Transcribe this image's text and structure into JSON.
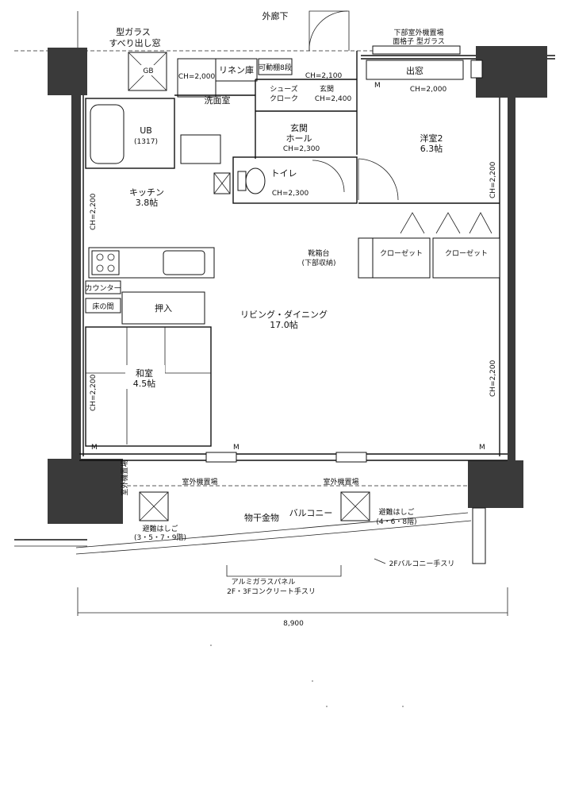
{
  "labels": {
    "outer_corridor": "外廊下",
    "frosted_glass": "型ガラス",
    "slide_window": "すべり出し窓",
    "gb_box": "GB",
    "bath_ch": "CH=2,000",
    "linen": "リネン庫",
    "movable_shelf": "可動棚8段",
    "ch_2100": "CH=2,100",
    "lower_louver": "下部室外機置場",
    "lattice_glass": "面格子 型ガラス",
    "bay_window": "出窓",
    "bay_ch": "CH=2,000",
    "washroom": "洗面室",
    "shoes_cloak": "シューズ",
    "shoes_cloak_2": "クローク",
    "entrance": "玄関",
    "entrance_ch": "CH=2,400",
    "unit_bath": "UB",
    "unit_bath_size": "(1317)",
    "hall": "玄関",
    "hall_2": "ホール",
    "hall_ch": "CH=2,300",
    "western_room": "洋室2",
    "western_area": "6.3帖",
    "ch_2200_right": "CH=2,200",
    "toilet": "トイレ",
    "toilet_ch": "CH=2,300",
    "kitchen": "キッチン",
    "kitchen_area": "3.8帖",
    "ch_2200_left": "CH=2,200",
    "shoe_cabinet": "靴箱台",
    "shoe_cabinet_note": "(下部収納)",
    "closet_a": "クローゼット",
    "closet_b": "クローゼット",
    "counter": "カウンター",
    "alcove": "床の間",
    "oshiire": "押入",
    "living": "リビング・ダイニング",
    "living_area": "17.0帖",
    "japanese_room": "和室",
    "japanese_area": "4.5帖",
    "ch_2200_jp": "CH=2,200",
    "ch_2200_lr": "CH=2,200",
    "mark_m": "M",
    "outdoor_unit_1": "室外機置場",
    "outdoor_unit_2": "室外機置場",
    "outdoor_unit_3": "室外機置場",
    "hanger": "物干金物",
    "balcony": "バルコニー",
    "ladder_left": "避難はしご",
    "ladder_left_floors": "(3・5・7・9階)",
    "ladder_right": "避難はしご",
    "ladder_right_floors": "(4・6・8階)",
    "rail_2f": "2Fバルコニー手スリ",
    "glass_panel": "アルミガラスパネル",
    "concrete_rail": "2F・3Fコンクリート手スリ",
    "width": "8,900"
  }
}
